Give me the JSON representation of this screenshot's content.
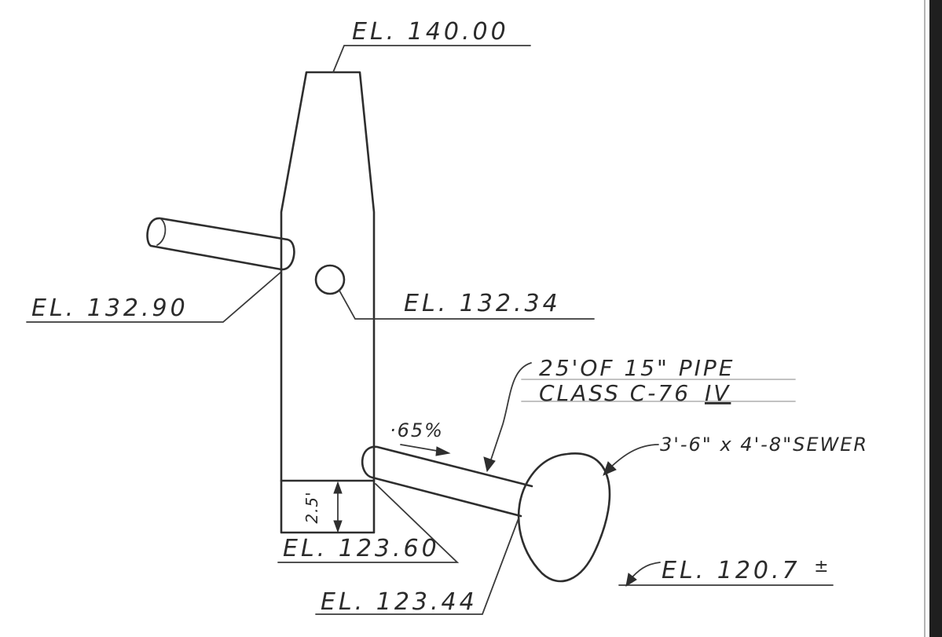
{
  "labels": {
    "el_top": "EL. 140.00",
    "el_inlet_left": "EL. 132.90",
    "el_inlet_small": "EL. 132.34",
    "pipe_line1": "25'OF 15\" PIPE",
    "pipe_line2": "CLASS C-76",
    "pipe_class_numeral": "IV",
    "slope": "·65%",
    "sewer": "3'-6\" x 4'-8\"SEWER",
    "el_base": "EL. 123.60",
    "el_pipe_invert": "EL. 123.44",
    "el_sewer": "EL. 120.7",
    "el_sewer_suffix": "±",
    "base_height": "2.5'"
  }
}
